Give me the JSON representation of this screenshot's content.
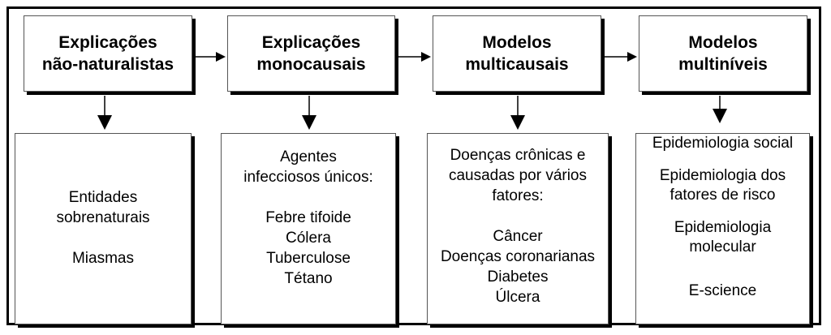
{
  "columns": [
    {
      "header": [
        "Explicações",
        "não-naturalistas"
      ],
      "content": [
        "Entidades",
        "sobrenaturais",
        "",
        "Miasmas"
      ]
    },
    {
      "header": [
        "Explicações",
        "monocausais"
      ],
      "content": [
        "Agentes",
        "infecciosos únicos:",
        "",
        "Febre tifoide",
        "Cólera",
        "Tuberculose",
        "Tétano"
      ]
    },
    {
      "header": [
        "Modelos",
        "multicausais"
      ],
      "content": [
        "Doenças crônicas e",
        "causadas por vários",
        "fatores:",
        "",
        "Câncer",
        "Doenças coronarianas",
        "Diabetes",
        "Úlcera"
      ]
    },
    {
      "header": [
        "Modelos",
        "multiníveis"
      ],
      "content": [
        "Epidemiologia social",
        "",
        "Epidemiologia dos",
        "fatores de risco",
        "",
        "Epidemiologia",
        "molecular",
        "",
        "E-science"
      ]
    }
  ]
}
